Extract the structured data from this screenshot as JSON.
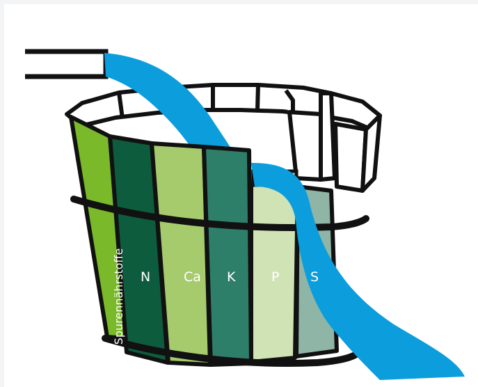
{
  "colors": {
    "water": "#0c9ddc",
    "outline": "#111111",
    "trace": "#7ab929",
    "n": "#0d5c3d",
    "ca": "#a6cb6d",
    "k": "#2e7f6a",
    "p": "#d0e3b4",
    "s": "#8fb5a6"
  },
  "staves": [
    {
      "id": "trace",
      "label": "Spurennährstoffe",
      "color_key": "trace"
    },
    {
      "id": "n",
      "label": "N",
      "color_key": "n"
    },
    {
      "id": "ca",
      "label": "Ca",
      "color_key": "ca"
    },
    {
      "id": "k",
      "label": "K",
      "color_key": "k"
    },
    {
      "id": "p",
      "label": "P",
      "color_key": "p"
    },
    {
      "id": "s",
      "label": "S",
      "color_key": "s"
    }
  ]
}
